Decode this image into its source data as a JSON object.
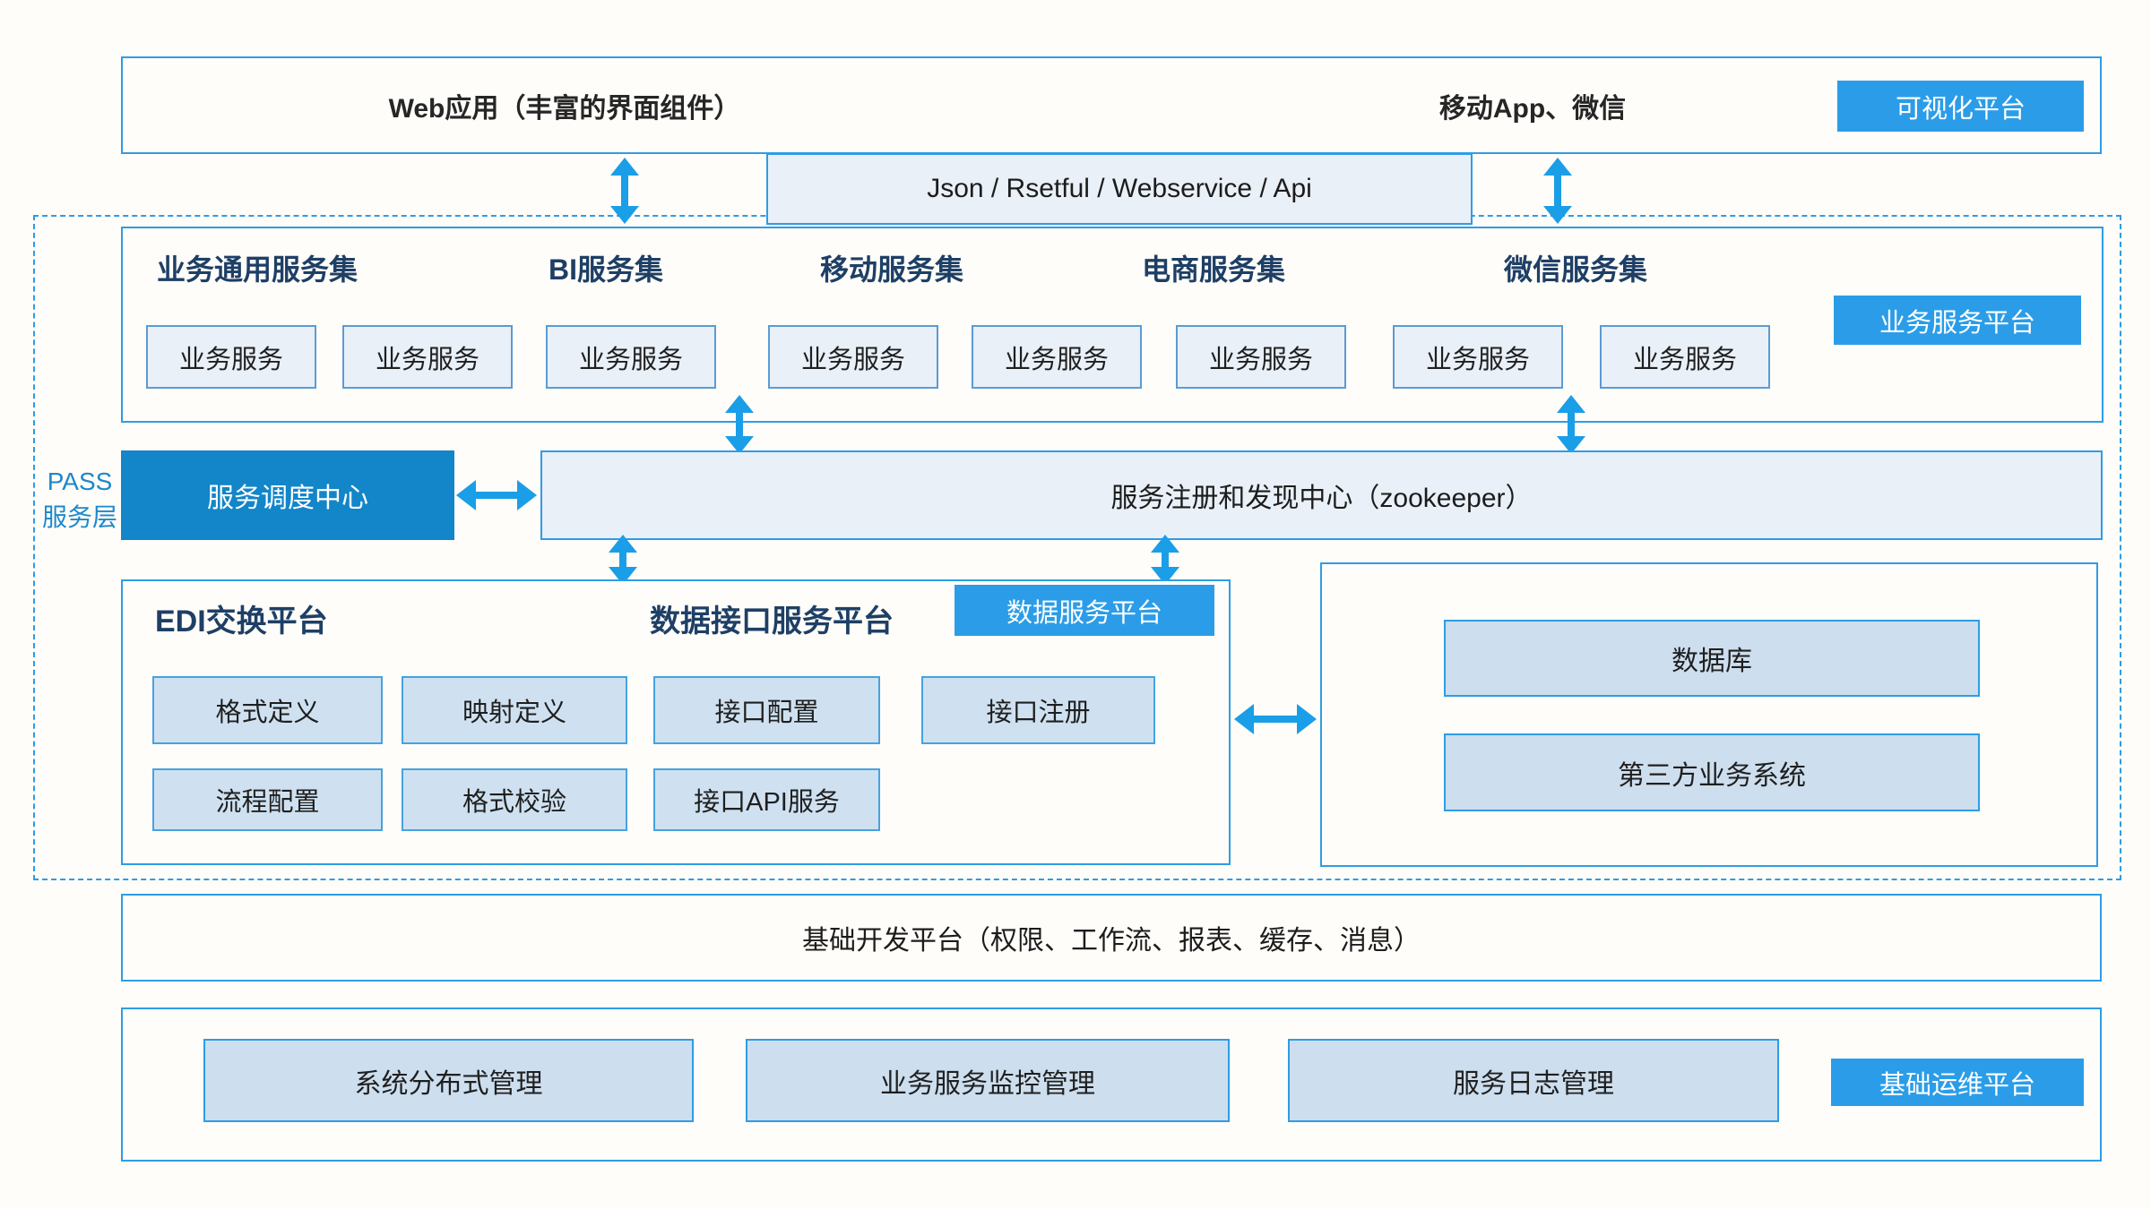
{
  "title_bar": {
    "web_label": "Web应用（丰富的界面组件）",
    "mobile_label": "移动App、微信",
    "badge": "可视化平台"
  },
  "api_bar": {
    "label": "Json / Rsetful / Webservice / Api"
  },
  "pass_layer": {
    "label_line1": "PASS",
    "label_line2": "服务层"
  },
  "service_platform": {
    "badge": "业务服务平台",
    "group_titles": [
      "业务通用服务集",
      "BI服务集",
      "移动服务集",
      "电商服务集",
      "微信服务集"
    ],
    "service_boxes": [
      "业务服务",
      "业务服务",
      "业务服务",
      "业务服务",
      "业务服务",
      "业务服务",
      "业务服务",
      "业务服务"
    ]
  },
  "middleware": {
    "dispatch_center": "服务调度中心",
    "registry_center": "服务注册和发现中心（zookeeper）"
  },
  "data_platform": {
    "edi_title": "EDI交换平台",
    "interface_title": "数据接口服务平台",
    "badge": "数据服务平台",
    "row1_boxes": [
      "格式定义",
      "映射定义",
      "接口配置",
      "接口注册"
    ],
    "row2_boxes": [
      "流程配置",
      "格式校验",
      "接口API服务"
    ]
  },
  "external_systems": {
    "boxes": [
      "数据库",
      "第三方业务系统"
    ]
  },
  "base_dev_platform": {
    "label": "基础开发平台（权限、工作流、报表、缓存、消息）"
  },
  "ops_platform": {
    "badge": "基础运维平台",
    "boxes": [
      "系统分布式管理",
      "业务服务监控管理",
      "服务日志管理"
    ]
  },
  "colors": {
    "accent_blue": "#2b9de8",
    "deep_blue": "#1286c9",
    "border_blue": "#2e9ce6",
    "light_fill": "#e9f0f8",
    "medium_fill": "#cddeee",
    "heading_navy": "#1e3f66",
    "arrow_blue": "#1b9ee8"
  }
}
